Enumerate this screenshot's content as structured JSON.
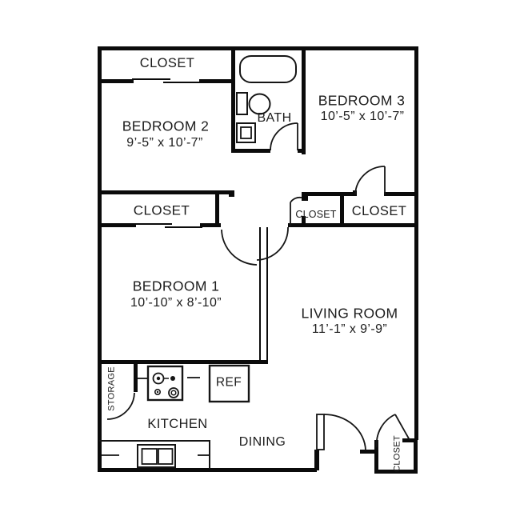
{
  "floorplan": {
    "bedroom2": {
      "name": "BEDROOM 2",
      "dims": "9’-5” x 10’-7”",
      "closet": "CLOSET"
    },
    "bedroom3": {
      "name": "BEDROOM 3",
      "dims": "10’-5” x 10’-7”",
      "closet": "CLOSET"
    },
    "bedroom1": {
      "name": "BEDROOM 1",
      "dims": "10’-10” x 8’-10”",
      "closet": "CLOSET"
    },
    "living_room": {
      "name": "LIVING ROOM",
      "dims": "11’-1” x 9’-9”"
    },
    "bath": {
      "name": "BATH"
    },
    "kitchen": {
      "name": "KITCHEN"
    },
    "dining": {
      "name": "DINING"
    },
    "storage": {
      "name": "STORAGE"
    },
    "hall_closet": {
      "name": "CLOSET"
    },
    "entry_closet": {
      "name": "CLOSET"
    },
    "refrigerator": {
      "name": "REF"
    },
    "line_color": "#0b0b0b"
  }
}
